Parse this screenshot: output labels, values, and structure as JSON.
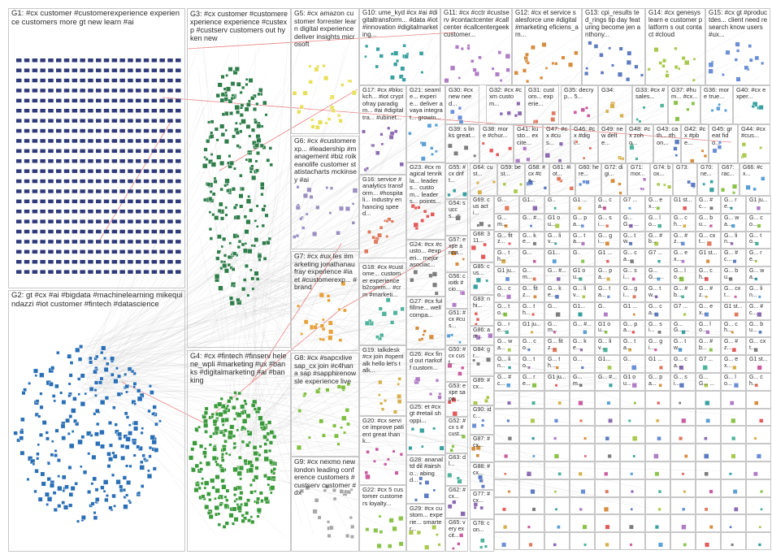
{
  "colors": {
    "edge": "#c6c6c6",
    "highlight_edge": "#dd3333",
    "label": "#2b2b2b",
    "border": "#c8c8c8",
    "G1": "#2e3a7a",
    "G2": "#2a6fb6",
    "G3": "#2f7d4a",
    "G4": "#3b9a3b",
    "G5": "#e8e05a",
    "G6": "#9b8fc0",
    "G7": "#e6a13a",
    "G8": "#7fbf3f",
    "G9": "#a8a8a8",
    "misc": [
      "#6b8fd6",
      "#e07a5f",
      "#8c6bb1",
      "#4fb39b",
      "#d6b04e",
      "#c95da0",
      "#5aa0d6",
      "#8bc34a",
      "#e35b5b",
      "#7d7d7d",
      "#39a0a0",
      "#b07cc6",
      "#d68d3e",
      "#5c7bc0",
      "#aac94f"
    ]
  },
  "groups": [
    {
      "id": "G1",
      "label": "G1: #cx customer #customerexperience experience customers more gt new learn #ai"
    },
    {
      "id": "G2",
      "label": "G2: gt #cx #ai #bigdata #machinelearning mikequindazzi #iot customer #fintech #datascience"
    },
    {
      "id": "G3",
      "label": "G3: #cx customer #customerexperience experience #custexp #custserv customers out hyken new"
    },
    {
      "id": "G4",
      "label": "G4: #cx #fintech #finserv helene_wpli #marketing #ux #banks #digitalmarketing #ai #banking"
    },
    {
      "id": "G5",
      "label": "G5: #cx amazon customer forrester learn digital experience deliver insights microsoft"
    },
    {
      "id": "G6",
      "label": "G6: #cx #customerexp... #leadership #management #biz roikeanolife customer statistacharts mckinsey #ai"
    },
    {
      "id": "G7",
      "label": "G7: #cx #ux les #marketing jonathanaufray experience #ia et #customerexp... #brand"
    },
    {
      "id": "G8",
      "label": "G8: #cx #sapcxlive sap_cx join #c4hana sap #sapphirenow sle experience live"
    },
    {
      "id": "G9",
      "label": "G9: #cx nexmo new london leading conference customers #custserv customer #dx"
    },
    {
      "id": "G10",
      "label": "G10: ume_kyd #cx #ai #digitaltransform... #data #iot #innovation #digitalmarketing..."
    },
    {
      "id": "G11",
      "label": "G11: #cx #cctr #custserv #contactcenter #callcenter #callcentergeek customer..."
    },
    {
      "id": "G12",
      "label": "G12: #cx et service salesforce une #digital #marketing eficiens_am..."
    },
    {
      "id": "G13",
      "label": "G13: cpi_results ted_rings tip day featuring become jen anthony..."
    },
    {
      "id": "G14",
      "label": "G14: #cx genesys learn e customer platform s out contact #cloud"
    },
    {
      "id": "G15",
      "label": "G15: #cx gt #productdes... client need research know users #ux..."
    },
    {
      "id": "G16",
      "label": "G16: service #analytics transform... #hospitali... industry enhancing speed..."
    },
    {
      "id": "G17",
      "label": "G17: #cx #blockch... #iot cryptofray paradigm... #ai #digitaltra... #ubinet..."
    },
    {
      "id": "G18",
      "label": "G18: #cx #custome... customer experience b2comm... #crm #marketi..."
    },
    {
      "id": "G19",
      "label": "G19: talkdesk #cx join #opentalk hello let's talk..."
    },
    {
      "id": "G20",
      "label": "G20: #cx service improve patient great thank..."
    },
    {
      "id": "G21",
      "label": "G21: seamle... experie... deliver avaya integrat... growin..."
    },
    {
      "id": "G22",
      "label": "G22: #cx 5 customer customers loyalty..."
    },
    {
      "id": "G23",
      "label": "G23: #cx magical tenrikla... leaders... custom... leaders... points..."
    },
    {
      "id": "G24",
      "label": "G24: #cx #custo... #experi... mejor asociac..."
    },
    {
      "id": "G25",
      "label": "G25: et #cx gt #retail shoppi..."
    },
    {
      "id": "G26",
      "label": "G26: #cx find out rtarkoff custom..."
    },
    {
      "id": "G27",
      "label": "G27: #cx fulfillme... well compa..."
    },
    {
      "id": "G28",
      "label": "G28: ananaltd dil #airsho... abingd..."
    },
    {
      "id": "G29",
      "label": "G29: #cx custom... experie... smarter..."
    },
    {
      "id": "G30",
      "label": "G30: #cx new need..."
    },
    {
      "id": "G31",
      "label": "G31: custom... experie..."
    },
    {
      "id": "G32",
      "label": "G32: #cx #cxm custom..."
    },
    {
      "id": "G33",
      "label": "G33: #cx #sales..."
    },
    {
      "id": "G34",
      "label": "G34:"
    },
    {
      "id": "G35",
      "label": "G35: decryp... 5..."
    },
    {
      "id": "G36",
      "label": "G36: more true..."
    },
    {
      "id": "G37",
      "label": "G37: #hum... #cx..."
    },
    {
      "id": "G38",
      "label": "G38: more #chur..."
    },
    {
      "id": "G39",
      "label": "G39: s links great..."
    },
    {
      "id": "G40",
      "label": "G40: #cx exper..."
    },
    {
      "id": "G41",
      "label": "G41: kusto... excite..."
    },
    {
      "id": "G42",
      "label": "G42: #cx #pbe..."
    },
    {
      "id": "G43",
      "label": "G43: cath... #hon..."
    },
    {
      "id": "G44",
      "label": "G44: #cx #cus..."
    },
    {
      "id": "G45",
      "label": "G45: great fido..."
    },
    {
      "id": "G46",
      "label": "G46: #cx #digi..."
    },
    {
      "id": "G47",
      "label": "G47: #cx #cus..."
    },
    {
      "id": "G48",
      "label": "G48: #cx zoho..."
    },
    {
      "id": "G49",
      "label": "G49: new delte..."
    },
    {
      "id": "G50",
      "label": "G50: #cx cust..."
    },
    {
      "id": "G51",
      "label": "G51: #cx #cus..."
    },
    {
      "id": "G52",
      "label": "G52: #cx s #cust..."
    },
    {
      "id": "G53",
      "label": "G53: expe sapa..."
    },
    {
      "id": "G54",
      "label": "G54: succ s..."
    },
    {
      "id": "G55",
      "label": "G55: #cx drift..."
    },
    {
      "id": "G56",
      "label": "G56: cioitk #cio..."
    },
    {
      "id": "G57",
      "label": "G57: expe anna..."
    },
    {
      "id": "G58",
      "label": "G58: #cx #cx..."
    },
    {
      "id": "G59",
      "label": "G59: best..."
    },
    {
      "id": "G60",
      "label": "G60: here..."
    },
    {
      "id": "G61",
      "label": "G61: #iot..."
    },
    {
      "id": "G62",
      "label": "G62: #cx..."
    },
    {
      "id": "G63",
      "label": "G63: dl..."
    },
    {
      "id": "G64",
      "label": "G64: cust..."
    },
    {
      "id": "G65",
      "label": "G65: very excit..."
    },
    {
      "id": "G66",
      "label": "G66: #cx..."
    },
    {
      "id": "G67",
      "label": "G67: rac..."
    },
    {
      "id": "G68",
      "label": "G68: 311..."
    },
    {
      "id": "G69",
      "label": "G69: cus acti..."
    },
    {
      "id": "G70",
      "label": "G70: ne..."
    },
    {
      "id": "G71",
      "label": "G71: mor..."
    },
    {
      "id": "G72",
      "label": "G72: digi..."
    },
    {
      "id": "G73",
      "label": "G73:"
    },
    {
      "id": "G74",
      "label": "G74: box..."
    },
    {
      "id": "G77",
      "label": "G77: #cx..."
    },
    {
      "id": "G78",
      "label": "G78: con..."
    },
    {
      "id": "G83",
      "label": "G83: nhi..."
    },
    {
      "id": "G84",
      "label": "G84: gr..."
    },
    {
      "id": "G85",
      "label": "G85: cus..."
    },
    {
      "id": "G86",
      "label": "G86: am..."
    },
    {
      "id": "G87",
      "label": "G87: #cx..."
    },
    {
      "id": "G88",
      "label": "G88: #cx..."
    },
    {
      "id": "G89",
      "label": "G89: #cx..."
    },
    {
      "id": "G90",
      "label": "G90: idc..."
    }
  ],
  "small_labels": [
    "G...",
    "G1...",
    "G..",
    "G1 ...",
    "G... ca...",
    "G7 ...",
    "G... ex...",
    "G1 st...",
    "G... #c...",
    "G... re...",
    "G1 ju...",
    "G... m...",
    "G... #...",
    "G1 ou...",
    "G... pa...",
    "G... si...",
    "G... G... ...",
    "G... lo...",
    "G... ch...",
    "G... bu...",
    "G... wa...",
    "G... co...",
    "G... fitz...",
    "G... ke...",
    "G... liv...",
    "G... ta...",
    "G... gi...",
    "G... tw...",
    "G... #b...",
    "G... #z...",
    "G... cxt...",
    "G... lin...",
    "G... to...",
    "G... th..."
  ]
}
